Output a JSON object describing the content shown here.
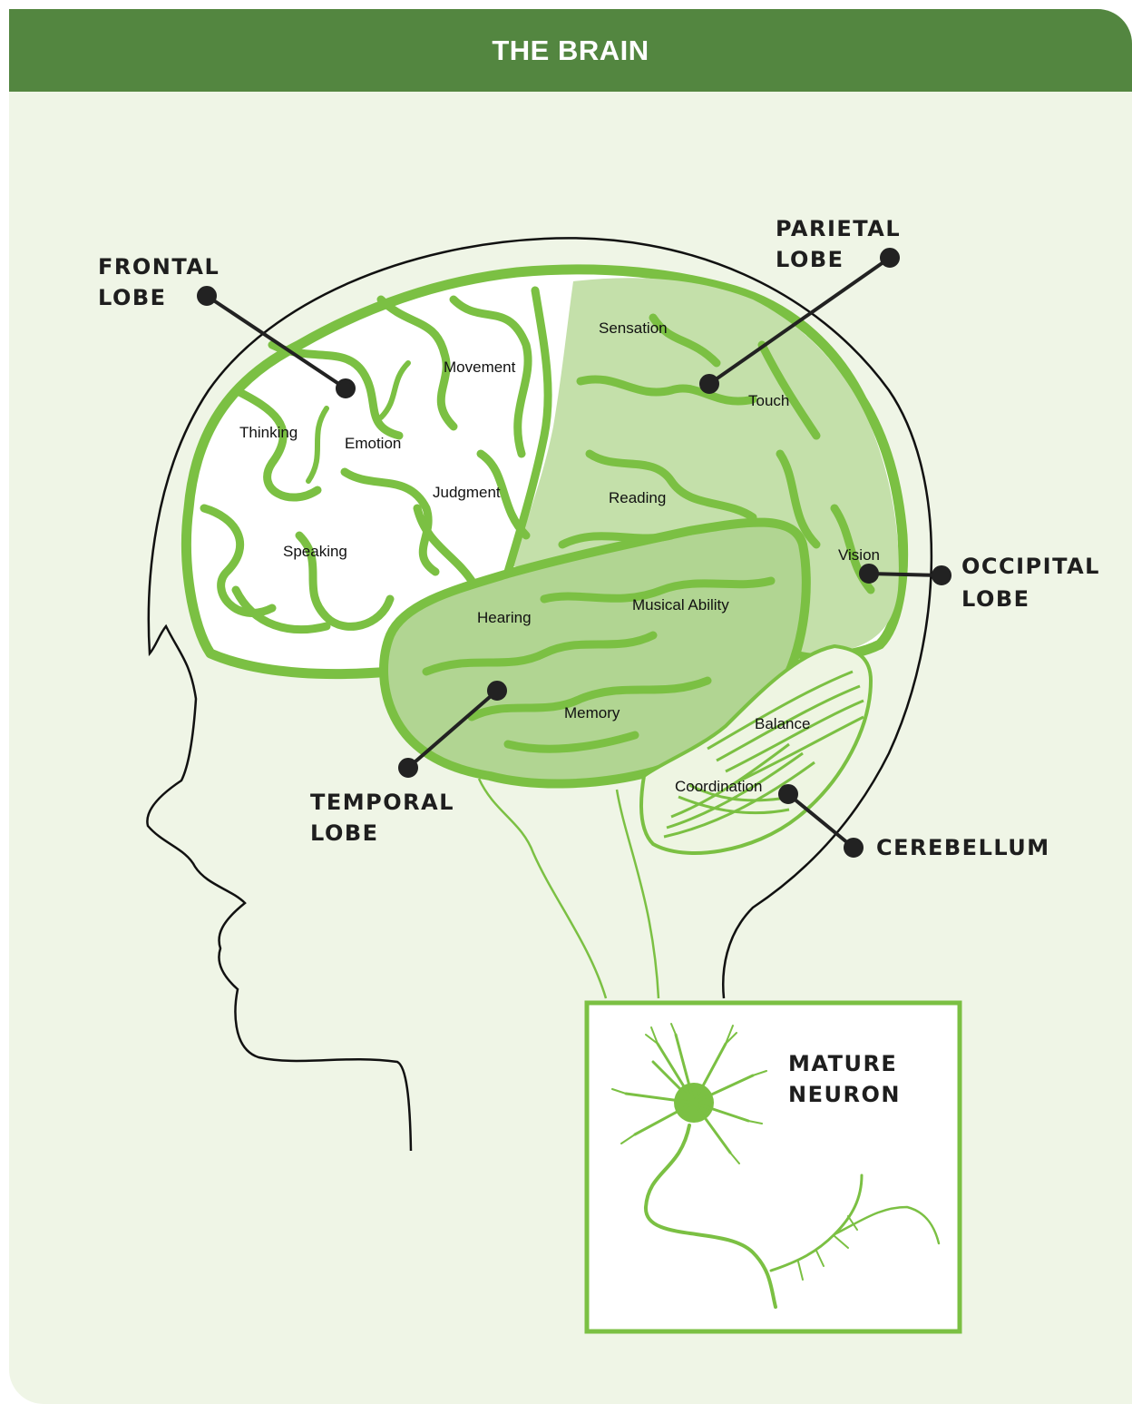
{
  "title": "THE BRAIN",
  "colors": {
    "header": "#538640",
    "background": "#eff5e6",
    "brain_green": "#7bc043",
    "lobe_fill": "#b5d998",
    "leader": "#222222"
  },
  "lobes": {
    "frontal": [
      "FRONTAL",
      "LOBE"
    ],
    "parietal": [
      "PARIETAL",
      "LOBE"
    ],
    "occipital": [
      "OCCIPITAL",
      "LOBE"
    ],
    "temporal": [
      "TEMPORAL",
      "LOBE"
    ],
    "cerebellum": "CEREBELLUM"
  },
  "functions": {
    "thinking": "Thinking",
    "emotion": "Emotion",
    "movement": "Movement",
    "judgment": "Judgment",
    "speaking": "Speaking",
    "sensation": "Sensation",
    "touch": "Touch",
    "reading": "Reading",
    "vision": "Vision",
    "hearing": "Hearing",
    "musical_ability": "Musical Ability",
    "memory": "Memory",
    "balance": "Balance",
    "coordination": "Coordination"
  },
  "neuron": [
    "MATURE",
    "NEURON"
  ]
}
